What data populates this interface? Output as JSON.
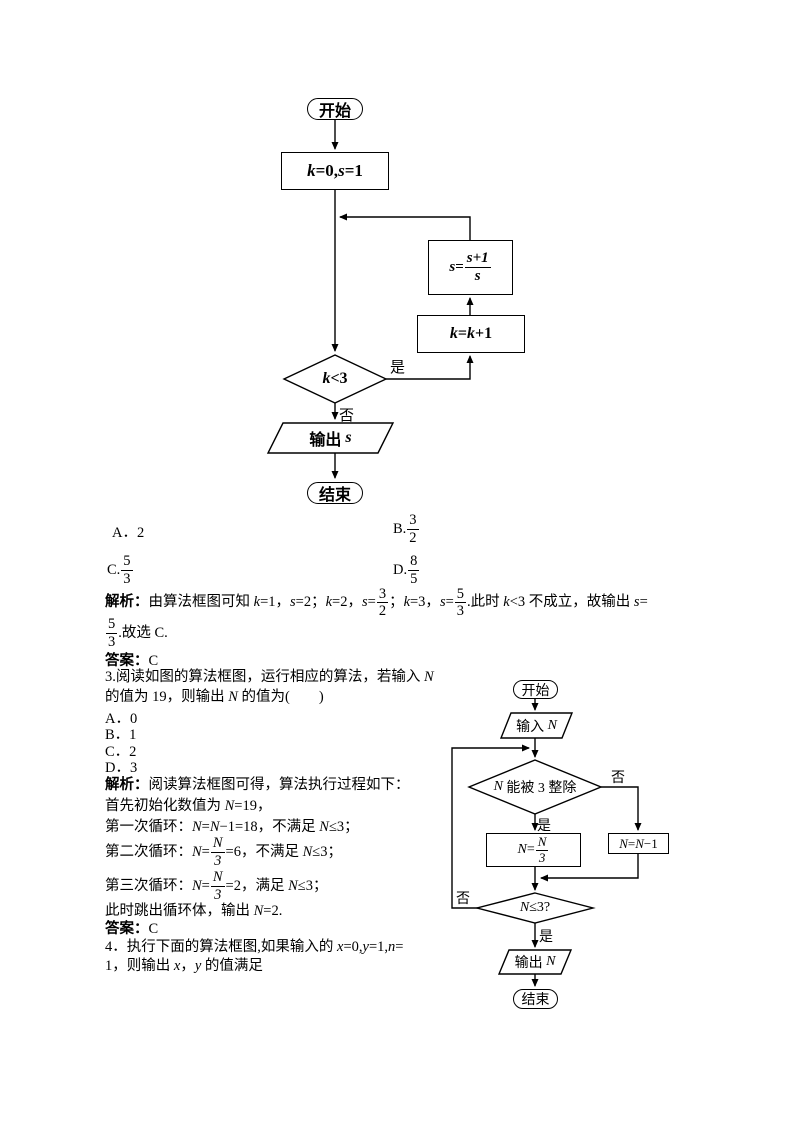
{
  "colors": {
    "ink": "#000000",
    "paper": "#ffffff"
  },
  "fc1": {
    "start": "开始",
    "end": "结束",
    "yes": "是",
    "no": "否",
    "init": [
      {
        "t": "k",
        "i": 1
      },
      {
        "t": "=0,"
      },
      {
        "t": "s",
        "i": 1
      },
      {
        "t": "=1"
      }
    ],
    "supdate": [
      {
        "t": "s",
        "i": 1
      },
      {
        "t": "="
      },
      {
        "frac": [
          "s+1",
          "s"
        ],
        "fi": 1
      }
    ],
    "kupdate": [
      {
        "t": "k",
        "i": 1
      },
      {
        "t": "="
      },
      {
        "t": "k",
        "i": 1
      },
      {
        "t": "+1"
      }
    ],
    "cond": [
      {
        "t": "k",
        "i": 1
      },
      {
        "t": "<3"
      }
    ],
    "output": [
      {
        "t": "输出 "
      },
      {
        "t": "s",
        "i": 1
      }
    ]
  },
  "fc2": {
    "start": "开始",
    "end": "结束",
    "yes1": "是",
    "no1": "否",
    "yes2": "是",
    "no2": "否",
    "input": [
      {
        "t": "输入 "
      },
      {
        "t": "N",
        "i": 1
      }
    ],
    "cond1": [
      {
        "t": "N",
        "i": 1
      },
      {
        "t": " 能被 3 整除"
      }
    ],
    "divide": [
      {
        "t": "N",
        "i": 1
      },
      {
        "t": "="
      },
      {
        "frac": [
          "N",
          "3"
        ],
        "fi": 1
      }
    ],
    "decrement": [
      {
        "t": "N",
        "i": 1
      },
      {
        "t": "="
      },
      {
        "t": "N",
        "i": 1
      },
      {
        "t": "−1"
      }
    ],
    "cond2": [
      {
        "t": "N",
        "i": 1
      },
      {
        "t": "≤3?"
      }
    ],
    "output": [
      {
        "t": "输出 "
      },
      {
        "t": "N",
        "i": 1
      }
    ]
  },
  "q2": {
    "optA": [
      {
        "t": "A．2"
      }
    ],
    "optB": [
      {
        "t": "B."
      },
      {
        "frac": [
          "3",
          "2"
        ]
      }
    ],
    "optC": [
      {
        "t": "C."
      },
      {
        "frac": [
          "5",
          "3"
        ]
      }
    ],
    "optD": [
      {
        "t": "D."
      },
      {
        "frac": [
          "8",
          "5"
        ]
      }
    ],
    "analysis1": [
      {
        "t": "解析：",
        "b": 1
      },
      {
        "t": "由算法框图可知 "
      },
      {
        "t": "k",
        "i": 1
      },
      {
        "t": "=1，"
      },
      {
        "t": "s",
        "i": 1
      },
      {
        "t": "=2；"
      },
      {
        "t": "k",
        "i": 1
      },
      {
        "t": "=2，"
      },
      {
        "t": "s",
        "i": 1
      },
      {
        "t": "="
      },
      {
        "frac": [
          "3",
          "2"
        ]
      },
      {
        "t": "；"
      },
      {
        "t": "k",
        "i": 1
      },
      {
        "t": "=3，"
      },
      {
        "t": "s",
        "i": 1
      },
      {
        "t": "="
      },
      {
        "frac": [
          "5",
          "3"
        ]
      },
      {
        "t": ".此时 "
      },
      {
        "t": "k",
        "i": 1
      },
      {
        "t": "<3 不成立，故输出 "
      },
      {
        "t": "s",
        "i": 1
      },
      {
        "t": "="
      }
    ],
    "analysis2": [
      {
        "frac": [
          "5",
          "3"
        ]
      },
      {
        "t": ".故选 C."
      }
    ],
    "answer": [
      {
        "t": "答案：",
        "b": 1
      },
      {
        "t": "C"
      }
    ]
  },
  "q3": {
    "intro1": [
      {
        "t": "3.阅读如图的算法框图，运行相应的算法，若输入 "
      },
      {
        "t": "N",
        "i": 1
      }
    ],
    "intro2": [
      {
        "t": "的值为 19，则输出 "
      },
      {
        "t": "N",
        "i": 1
      },
      {
        "t": " 的值为(　　)"
      }
    ],
    "optA": [
      {
        "t": "A．0"
      }
    ],
    "optB": [
      {
        "t": "B．1"
      }
    ],
    "optC": [
      {
        "t": "C．2"
      }
    ],
    "optD": [
      {
        "t": "D．3"
      }
    ],
    "analysis": [
      {
        "t": "解析：",
        "b": 1
      },
      {
        "t": "阅读算法框图可得，算法执行过程如下："
      }
    ],
    "step0": [
      {
        "t": "首先初始化数值为 "
      },
      {
        "t": "N",
        "i": 1
      },
      {
        "t": "=19，"
      }
    ],
    "step1": [
      {
        "t": "第一次循环："
      },
      {
        "t": "N",
        "i": 1
      },
      {
        "t": "="
      },
      {
        "t": "N",
        "i": 1
      },
      {
        "t": "−1=18，不满足 "
      },
      {
        "t": "N",
        "i": 1
      },
      {
        "t": "≤3；"
      }
    ],
    "step2": [
      {
        "t": "第二次循环："
      },
      {
        "t": "N",
        "i": 1
      },
      {
        "t": "="
      },
      {
        "frac": [
          "N",
          "3"
        ],
        "fi": 1
      },
      {
        "t": "=6，不满足 "
      },
      {
        "t": "N",
        "i": 1
      },
      {
        "t": "≤3；"
      }
    ],
    "step3": [
      {
        "t": "第三次循环："
      },
      {
        "t": "N",
        "i": 1
      },
      {
        "t": "="
      },
      {
        "frac": [
          "N",
          "3"
        ],
        "fi": 1
      },
      {
        "t": "=2，满足 "
      },
      {
        "t": "N",
        "i": 1
      },
      {
        "t": "≤3；"
      }
    ],
    "conclusion": [
      {
        "t": "此时跳出循环体，输出 "
      },
      {
        "t": "N",
        "i": 1
      },
      {
        "t": "=2."
      }
    ],
    "answer": [
      {
        "t": "答案：",
        "b": 1
      },
      {
        "t": "C"
      }
    ]
  },
  "q4": {
    "line1": [
      {
        "t": "4．执行下面的算法框图,如果输入的 "
      },
      {
        "t": "x",
        "i": 1
      },
      {
        "t": "=0,"
      },
      {
        "t": "y",
        "i": 1
      },
      {
        "t": "=1,"
      },
      {
        "t": "n",
        "i": 1
      },
      {
        "t": "="
      }
    ],
    "line2": [
      {
        "t": "1，则输出 "
      },
      {
        "t": "x",
        "i": 1
      },
      {
        "t": "，"
      },
      {
        "t": "y",
        "i": 1
      },
      {
        "t": " 的值满足"
      }
    ]
  }
}
